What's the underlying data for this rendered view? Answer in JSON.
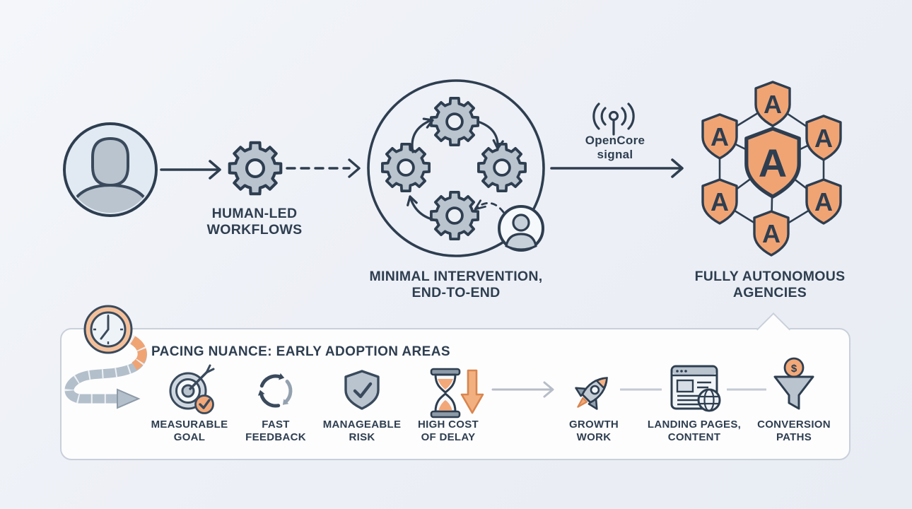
{
  "flow": {
    "step1": {
      "label": "HUMAN-LED\nWORKFLOWS",
      "icons": [
        "person-avatar-icon",
        "gear-icon"
      ]
    },
    "step2": {
      "label": "MINIMAL INTERVENTION,\nEND-TO-END",
      "icons": [
        "gears-cycle-icon",
        "person-in-loop-icon"
      ]
    },
    "signal": {
      "label": "OpenCore\nsignal",
      "icons": [
        "broadcast-antenna-icon"
      ]
    },
    "step3": {
      "label": "FULLY AUTONOMOUS\nAGENCIES",
      "shield_letter": "A",
      "icons": [
        "agent-shield-network-icon"
      ]
    }
  },
  "panel": {
    "title": "PACING NUANCE: EARLY ADOPTION AREAS",
    "corner_icons": [
      "clock-icon",
      "winding-path-arrow-icon"
    ],
    "criteria": [
      {
        "label": "MEASURABLE\nGOAL",
        "icon": "target-check-icon"
      },
      {
        "label": "FAST\nFEEDBACK",
        "icon": "cycle-arrows-icon"
      },
      {
        "label": "MANAGEABLE\nRISK",
        "icon": "shield-check-icon"
      },
      {
        "label": "HIGH COST\nOF DELAY",
        "icon": "hourglass-down-arrow-icon"
      }
    ],
    "areas": [
      {
        "label": "GROWTH\nWORK",
        "icon": "rocket-icon"
      },
      {
        "label": "LANDING PAGES,\nCONTENT",
        "icon": "webpage-globe-icon"
      },
      {
        "label": "CONVERSION\nPATHS",
        "icon": "funnel-coin-icon"
      }
    ],
    "coin_symbol": "$"
  },
  "colors": {
    "ink_navy": "#2E3E50",
    "accent_orange": "#F0A474",
    "muted_gray": "#B9C4CF",
    "background": "#EDF0F6",
    "panel_border": "#C9D0DA"
  }
}
